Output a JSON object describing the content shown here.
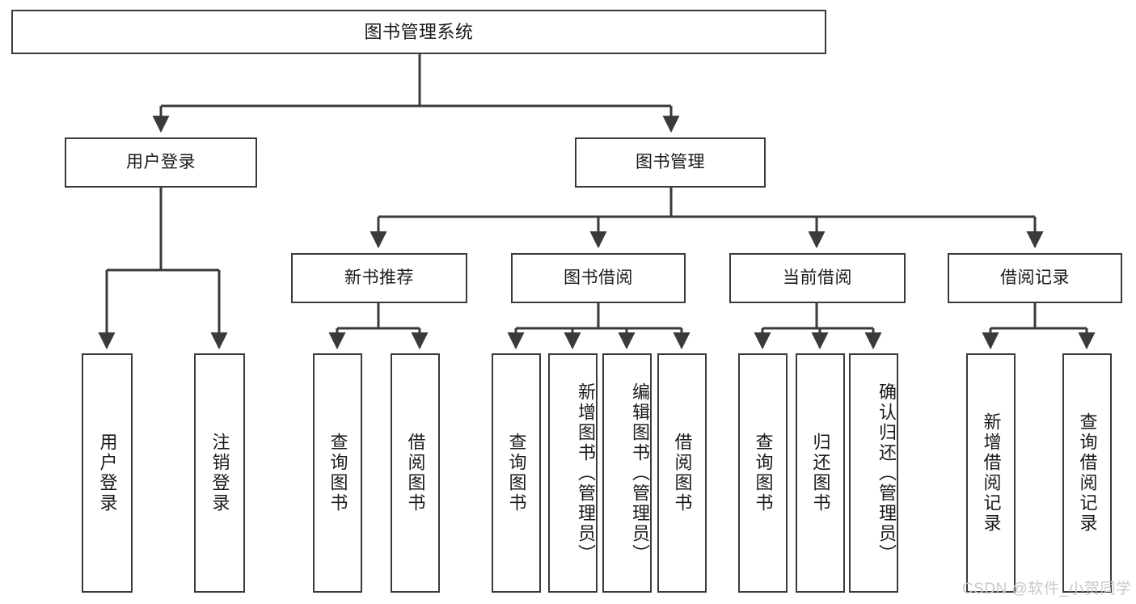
{
  "diagram": {
    "title": "图书管理系统",
    "watermark": "CSDN @软件_小贺同学",
    "colors": {
      "stroke": "#3a3a3a",
      "fill": "#ffffff",
      "text": "#1a1a1a",
      "watermark": "#c9c9c9"
    },
    "levels": {
      "root": {
        "label": "图书管理系统"
      },
      "level2": [
        {
          "label": "用户登录"
        },
        {
          "label": "图书管理"
        }
      ],
      "level3": [
        {
          "label": "新书推荐"
        },
        {
          "label": "图书借阅"
        },
        {
          "label": "当前借阅"
        },
        {
          "label": "借阅记录"
        }
      ],
      "leaves": {
        "user_login": [
          {
            "label": "用户登录"
          },
          {
            "label": "注销登录"
          }
        ],
        "new_book": [
          {
            "label": "查询图书"
          },
          {
            "label": "借阅图书"
          }
        ],
        "book_borrow": [
          {
            "label": "查询图书"
          },
          {
            "label": "新增图书（管理员）"
          },
          {
            "label": "编辑图书（管理员）"
          },
          {
            "label": "借阅图书"
          }
        ],
        "current_borrow": [
          {
            "label": "查询图书"
          },
          {
            "label": "归还图书"
          },
          {
            "label": "确认归还（管理员）"
          }
        ],
        "borrow_record": [
          {
            "label": "新增借阅记录"
          },
          {
            "label": "查询借阅记录"
          }
        ]
      }
    }
  }
}
